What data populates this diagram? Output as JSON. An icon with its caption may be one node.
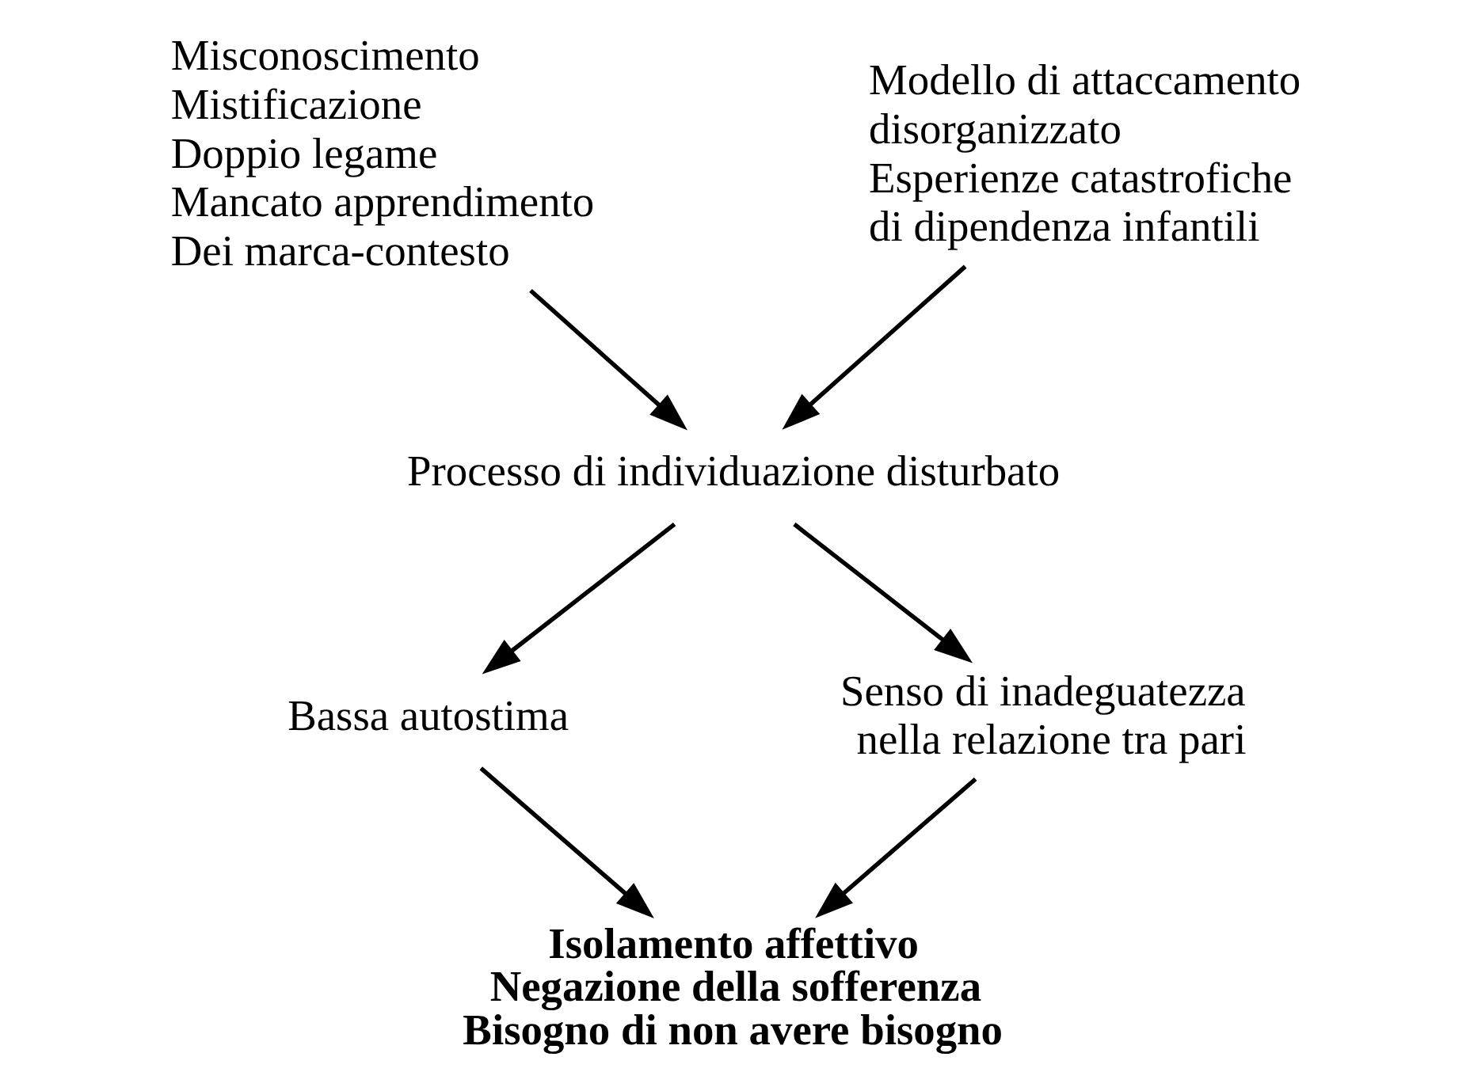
{
  "diagram": {
    "nodes": [
      {
        "text": [
          "Misconoscimento",
          "Mistificazione",
          "Doppio legame",
          "Mancato apprendimento",
          "Dei marca-contesto"
        ]
      },
      {
        "text": [
          "Modello di attaccamento disorganizzato",
          "Esperienze catastrofiche di dipendenza infantili"
        ]
      },
      {
        "text": [
          "Processo di individuazione disturbato"
        ]
      },
      {
        "text": [
          "Bassa autostima"
        ]
      },
      {
        "text": [
          "Senso di inadeguatezza nella relazione tra pari"
        ]
      },
      {
        "text": [
          "Isolamento affettivo",
          "Negazione della sofferenza",
          "Bisogno di non avere bisogno"
        ]
      }
    ],
    "edges": [
      {
        "from": 0,
        "to": 2,
        "arrow": "to"
      },
      {
        "from": 1,
        "to": 2,
        "arrow": "to"
      },
      {
        "from": 2,
        "to": 3,
        "arrow": "to"
      },
      {
        "from": 2,
        "to": 4,
        "arrow": "to"
      },
      {
        "from": 3,
        "to": 5,
        "arrow": "to"
      },
      {
        "from": 4,
        "to": 5,
        "arrow": "to"
      }
    ]
  }
}
